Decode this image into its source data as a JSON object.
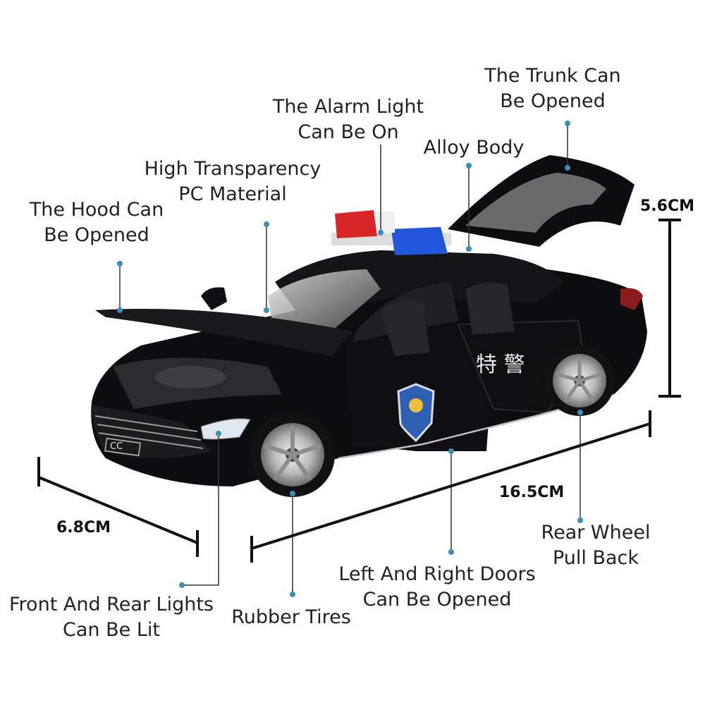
{
  "labels": {
    "trunk": [
      "The Trunk Can",
      "Be Opened"
    ],
    "alarm": [
      "The Alarm Light",
      "Can Be On"
    ],
    "alloy": "Alloy Body",
    "transparency": [
      "High Transparency",
      "PC Material"
    ],
    "hood": [
      "The Hood Can",
      "Be Opened"
    ],
    "lights": [
      "Front And Rear Lights",
      "Can Be Lit"
    ],
    "tires": "Rubber Tires",
    "doors": [
      "Left And Right Doors",
      "Can Be Opened"
    ],
    "rear_wheel": [
      "Rear Wheel",
      "Pull Back"
    ]
  },
  "dimensions": {
    "height": "5.6CM",
    "length": "16.5CM",
    "width": "6.8CM"
  },
  "car": {
    "badge_text": "CC",
    "door_text": "特 警"
  },
  "colors": {
    "car_body": "#0d0d0f",
    "leader": "#3a8fb5",
    "siren_red": "#d8252a",
    "siren_blue": "#1f55d6"
  }
}
